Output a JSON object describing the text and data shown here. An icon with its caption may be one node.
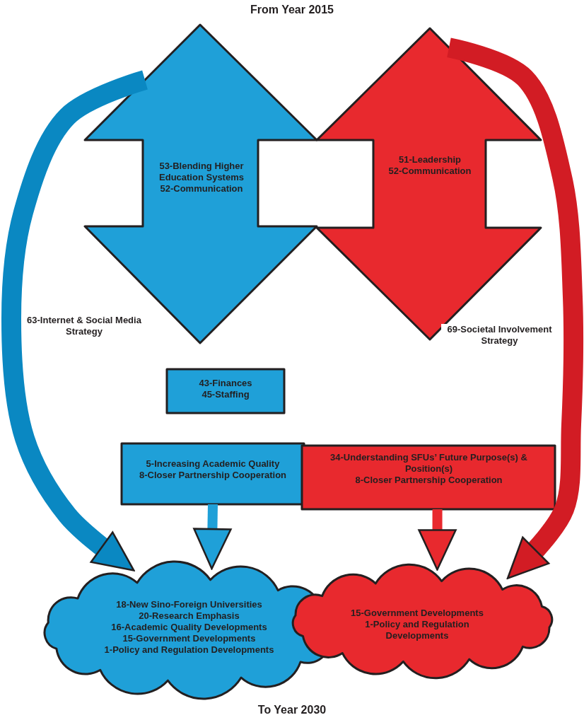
{
  "diagram": {
    "title": "From Year 2015",
    "caption": "To Year 2030",
    "nodes": [
      {
        "text": [
          "53-Blending Higher Education Systems",
          "52-Communication"
        ]
      },
      {
        "text": [
          "51-Leadership",
          "52-Communication"
        ]
      },
      {
        "text": [
          "43-Finances",
          "45-Staffing"
        ]
      },
      {
        "text": [
          "5-Increasing Academic Quality",
          "8-Closer Partnership Cooperation"
        ]
      },
      {
        "text": [
          "34-Understanding SFUs’ Future Purpose(s) & Position(s)",
          "8-Closer Partnership Cooperation"
        ]
      },
      {
        "text": [
          "18-New Sino-Foreign Universities",
          "20-Research Emphasis",
          "16-Academic Quality Developments",
          "15-Government Developments",
          "1-Policy and Regulation Developments"
        ]
      },
      {
        "text": [
          "15-Government Developments",
          "1-Policy and Regulation Developments"
        ]
      }
    ],
    "edges": [
      {
        "from": 0,
        "to": 5,
        "arrow": "to",
        "label": "63-Internet & Social Media Strategy",
        "style": "thick",
        "color": "#0a88c2"
      },
      {
        "from": 1,
        "to": 6,
        "arrow": "to",
        "label": "69-Societal Involvement Strategy",
        "style": "thick",
        "color": "#d21c24"
      },
      {
        "from": 3,
        "to": 5,
        "arrow": "to",
        "color": "#1fa0d8"
      },
      {
        "from": 4,
        "to": 6,
        "arrow": "to",
        "color": "#e8292e"
      }
    ]
  }
}
